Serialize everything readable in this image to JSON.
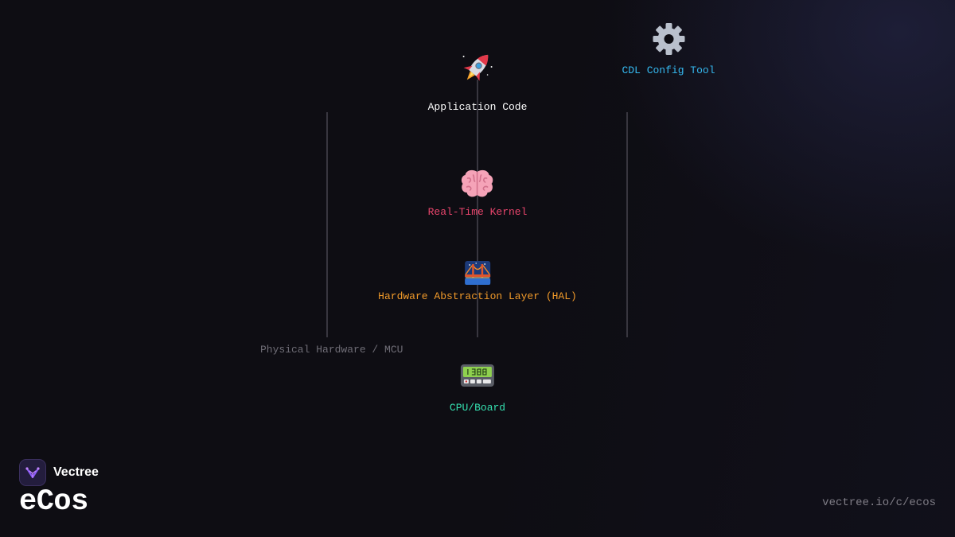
{
  "diagram": {
    "nodes": {
      "app": {
        "label": "Application Code",
        "color": "#ffffff",
        "icon": "rocket-icon"
      },
      "cdl": {
        "label": "CDL Config Tool",
        "color": "#35b9f0",
        "icon": "gear-icon"
      },
      "kernel": {
        "label": "Real-Time Kernel",
        "color": "#e8456c",
        "icon": "brain-icon"
      },
      "hal": {
        "label": "Hardware Abstraction Layer (HAL)",
        "color": "#f19a2a",
        "icon": "bridge-icon"
      },
      "hardware": {
        "label": "Physical Hardware / MCU",
        "color": "#6f6d76"
      },
      "cpu": {
        "label": "CPU/Board",
        "color": "#35e0b0",
        "icon": "pager-icon"
      }
    }
  },
  "footer": {
    "brand": "Vectree",
    "product": "eCos",
    "url": "vectree.io/c/ecos"
  }
}
